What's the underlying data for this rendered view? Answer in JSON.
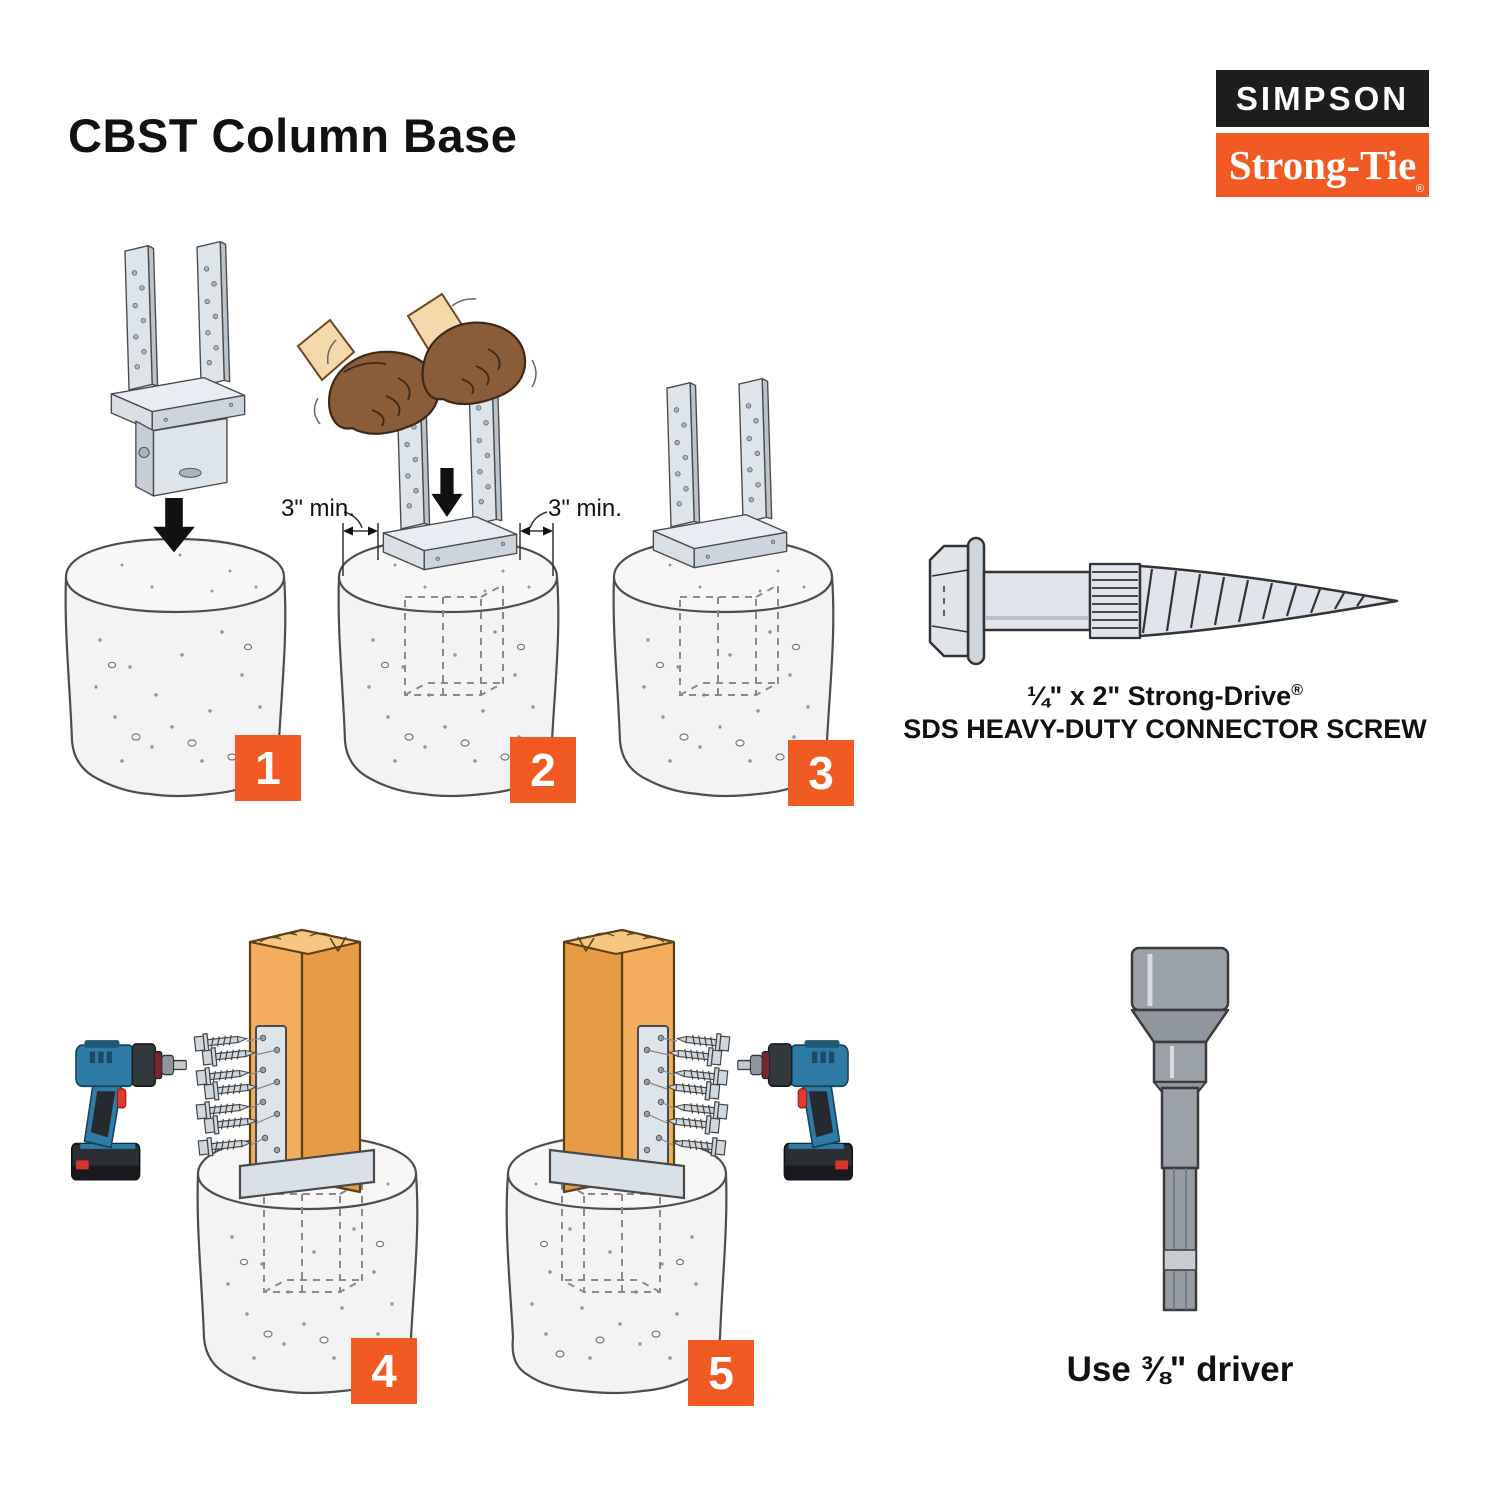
{
  "title": "CBST Column Base",
  "logo": {
    "simpson": "SIMPSON",
    "strong_tie": "Strong-Tie",
    "reg": "®"
  },
  "steps": {
    "badges": [
      "1",
      "2",
      "3",
      "4",
      "5"
    ]
  },
  "dimensions": {
    "left": "3\" min.",
    "right": "3\" min."
  },
  "screw_callout": {
    "line1": "¼\" x 2\" Strong-Drive",
    "reg": "®",
    "line2": "SDS HEAVY-DUTY CONNECTOR SCREW"
  },
  "driver_callout": {
    "text": "Use ⅜\" driver"
  },
  "icons": {
    "step1_arrow": "down-arrow",
    "step2_arrow": "down-arrow",
    "dimension_arrows": "double-headed-arrow"
  },
  "colors": {
    "brand_orange": "#f15a22",
    "logo_black": "#1d1d1b",
    "steel_light": "#dde4ea",
    "steel_shade": "#c3ccd4",
    "concrete": "#f4f4f4",
    "wood": "#f2ae5e",
    "wood_shade": "#e69c44",
    "drill_blue": "#2e7ca6",
    "drill_red": "#e23a2e",
    "glove_brown": "#8a5c38"
  }
}
